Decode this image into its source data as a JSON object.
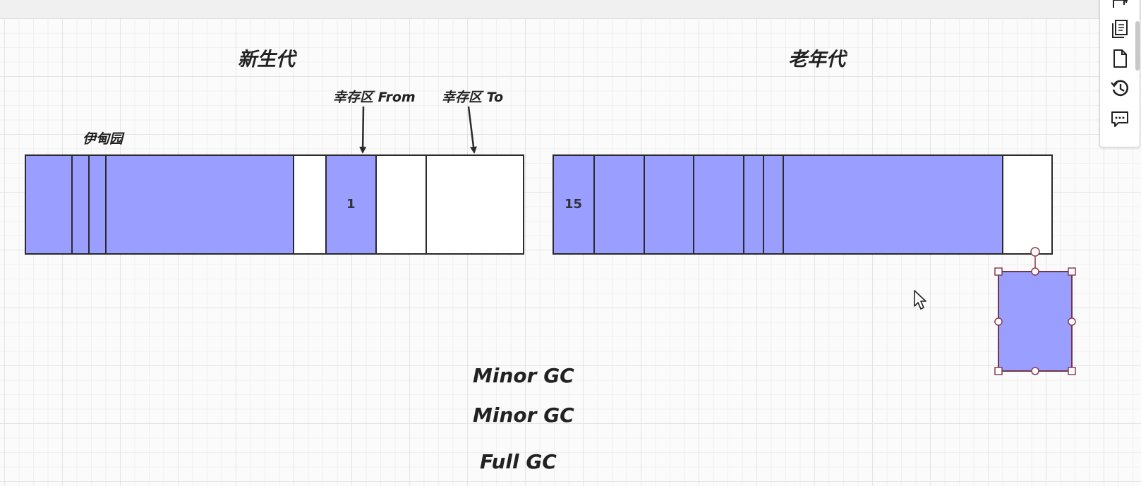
{
  "diagram": {
    "young_gen_title": "新生代",
    "old_gen_title": "老年代",
    "eden_label": "伊甸园",
    "survivor_from_label": "幸存区 From",
    "survivor_to_label": "幸存区 To",
    "survivor_from_value": "1",
    "old_first_value": "15",
    "gc_events": [
      "Minor GC",
      "Minor GC",
      "Full GC"
    ]
  },
  "colors": {
    "object_fill": "#9a9eff",
    "empty_fill": "#ffffff",
    "border": "#2a2a2a",
    "selection_handle": "#8a3b4f"
  },
  "toolbar": {
    "icons": [
      "format-icon",
      "pages-icon",
      "page-icon",
      "history-icon",
      "comment-icon"
    ]
  }
}
